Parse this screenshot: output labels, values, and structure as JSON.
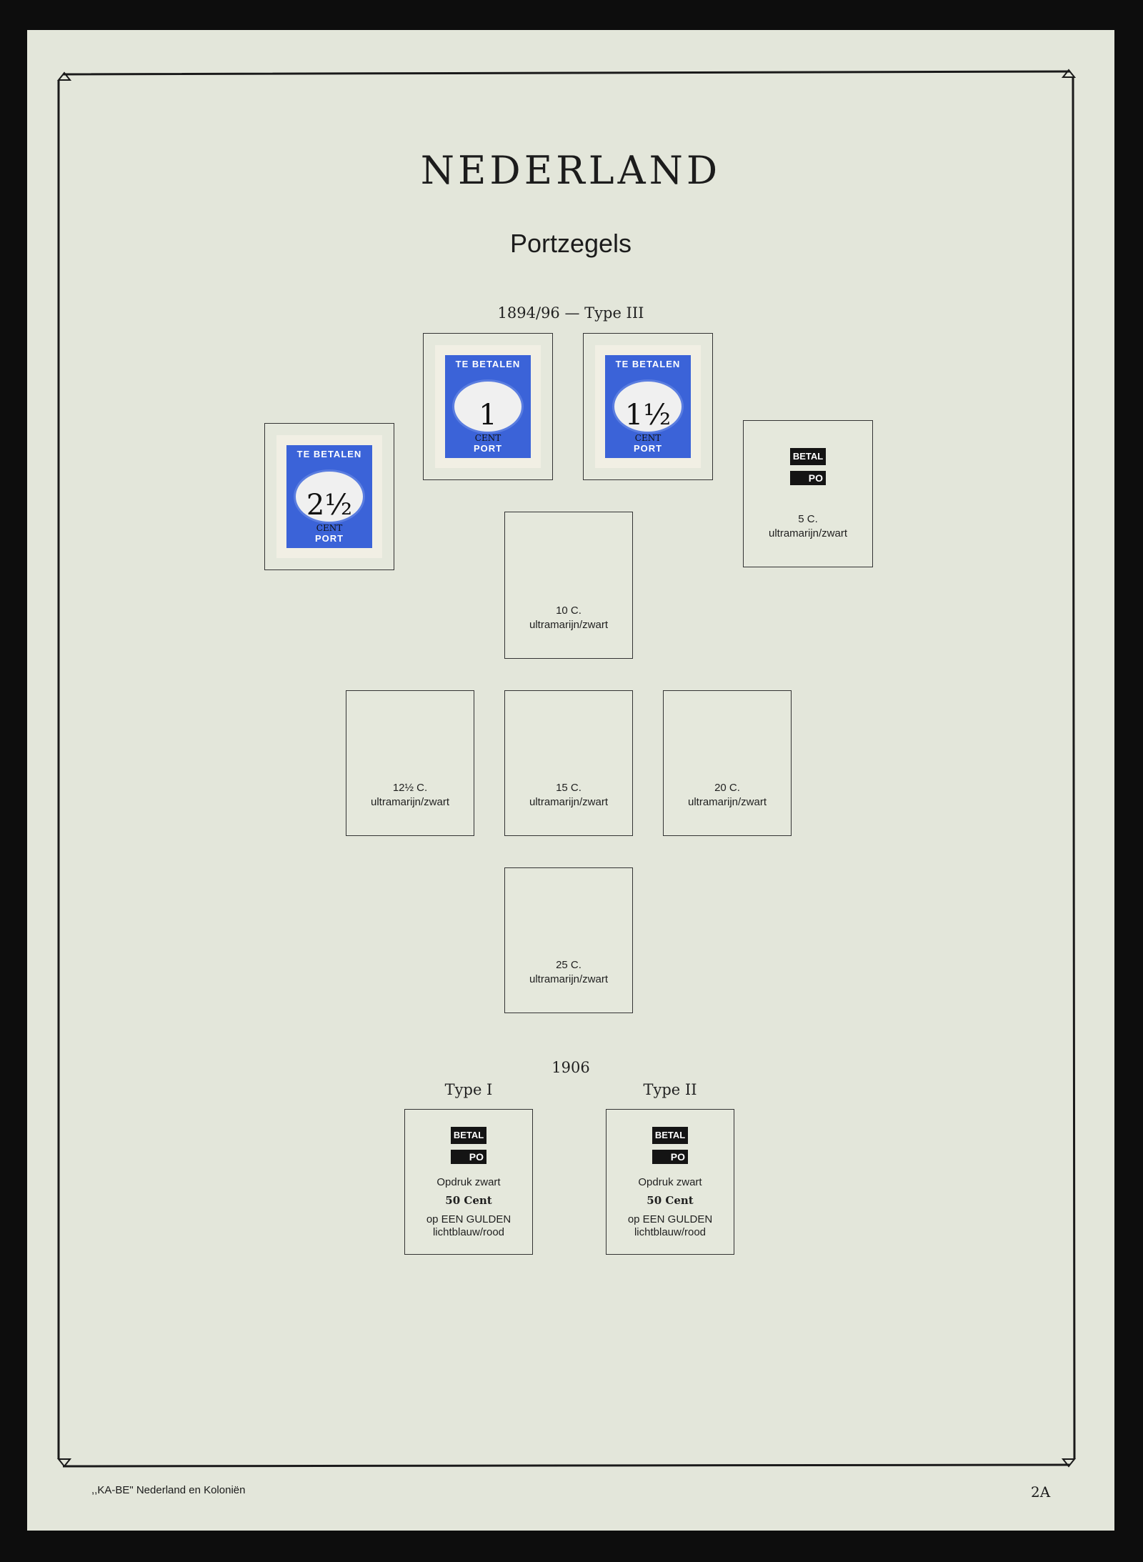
{
  "header": {
    "title": "NEDERLAND",
    "subtitle": "Portzegels"
  },
  "issue_1894": {
    "heading": "1894/96 — Type III",
    "stamps": [
      {
        "band_top": "TE BETALEN",
        "value": "2½",
        "unit": "CENT",
        "band_bottom": "PORT"
      },
      {
        "band_top": "TE BETALEN",
        "value": "1",
        "unit": "CENT",
        "band_bottom": "PORT"
      },
      {
        "band_top": "TE BETALEN",
        "value": "1½",
        "unit": "CENT",
        "band_bottom": "PORT"
      }
    ],
    "slot_5c": {
      "ovp_top": "BETAL",
      "ovp_bottom": "PO",
      "value": "5 C.",
      "color": "ultramarijn/zwart"
    },
    "empty_slots": [
      {
        "value": "10 C.",
        "color": "ultramarijn/zwart"
      },
      {
        "value": "12½ C.",
        "color": "ultramarijn/zwart"
      },
      {
        "value": "15 C.",
        "color": "ultramarijn/zwart"
      },
      {
        "value": "20 C.",
        "color": "ultramarijn/zwart"
      },
      {
        "value": "25 C.",
        "color": "ultramarijn/zwart"
      }
    ]
  },
  "issue_1906": {
    "heading": "1906",
    "types": [
      {
        "label": "Type I",
        "ovp_top": "BETAL",
        "ovp_bottom": "PO",
        "line1": "Opdruk zwart",
        "line2": "50 Cent",
        "line3": "op EEN GULDEN",
        "line4": "lichtblauw/rood"
      },
      {
        "label": "Type II",
        "ovp_top": "BETAL",
        "ovp_bottom": "PO",
        "line1": "Opdruk zwart",
        "line2": "50 Cent",
        "line3": "op EEN GULDEN",
        "line4": "lichtblauw/rood"
      }
    ]
  },
  "footer": {
    "publisher": ",,KA-BE\" Nederland en Koloniën",
    "page_number": "2A"
  },
  "colors": {
    "page": "#e3e6da",
    "stamp_blue": "#3b63d8",
    "frame": "#1a1a1a"
  }
}
